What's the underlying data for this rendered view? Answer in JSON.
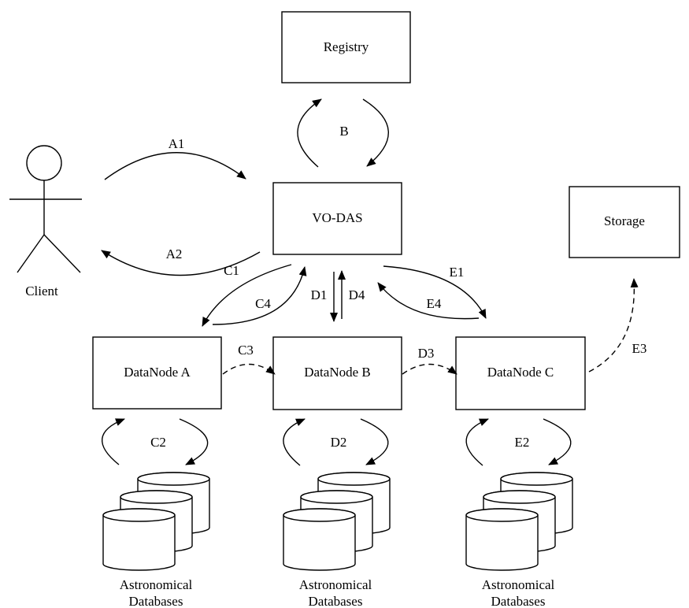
{
  "nodes": {
    "registry": "Registry",
    "vodas": "VO-DAS",
    "storage": "Storage",
    "datanode_a": "DataNode A",
    "datanode_b": "DataNode B",
    "datanode_c": "DataNode C",
    "client": "Client"
  },
  "databases": {
    "a": [
      "Astronomical",
      "Databases"
    ],
    "b": [
      "Astronomical",
      "Databases"
    ],
    "c": [
      "Astronomical",
      "Databases"
    ]
  },
  "edges": {
    "A1": "A1",
    "A2": "A2",
    "B": "B",
    "C1": "C1",
    "C2": "C2",
    "C3": "C3",
    "C4": "C4",
    "D1": "D1",
    "D2": "D2",
    "D3": "D3",
    "D4": "D4",
    "E1": "E1",
    "E2": "E2",
    "E3": "E3",
    "E4": "E4"
  }
}
